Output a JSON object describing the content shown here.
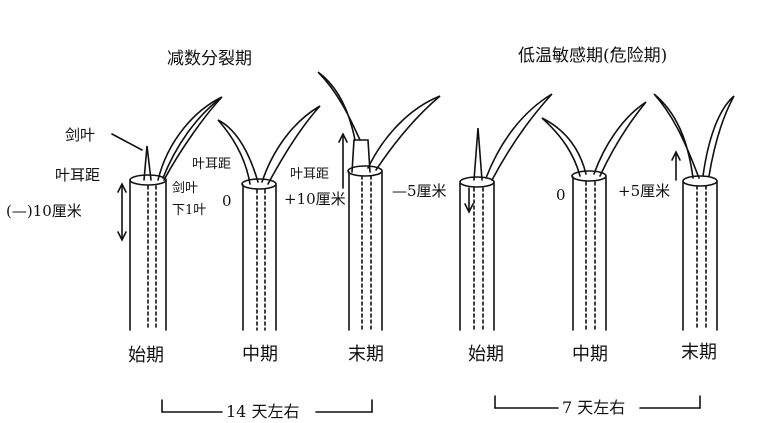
{
  "headings": {
    "left": "减数分裂期",
    "right": "低温敏感期(危险期)"
  },
  "stages": {
    "left_start": "始期",
    "left_mid": "中期",
    "left_end": "末期",
    "right_start": "始期",
    "right_mid": "中期",
    "right_end": "末期"
  },
  "annotations": {
    "flag_leaf": "剑叶",
    "auricle_distance": "叶耳距",
    "minus_ten_cm": "(—)10厘米",
    "auricle_distance_short": "叶耳距",
    "flag_leaf_lower": "剑叶",
    "lower_one_leaf": "下1叶",
    "zero_mid": "0",
    "plus_ten_cm": "+10厘米",
    "auricle_distance_end": "叶耳距",
    "minus_five_cm": "—5厘米",
    "zero_right": "0",
    "plus_five_cm": "+5厘米"
  },
  "durations": {
    "left": "14 天左右",
    "right": "7 天左右"
  },
  "colors": {
    "ink": "#111111",
    "paper": "#ffffff"
  }
}
